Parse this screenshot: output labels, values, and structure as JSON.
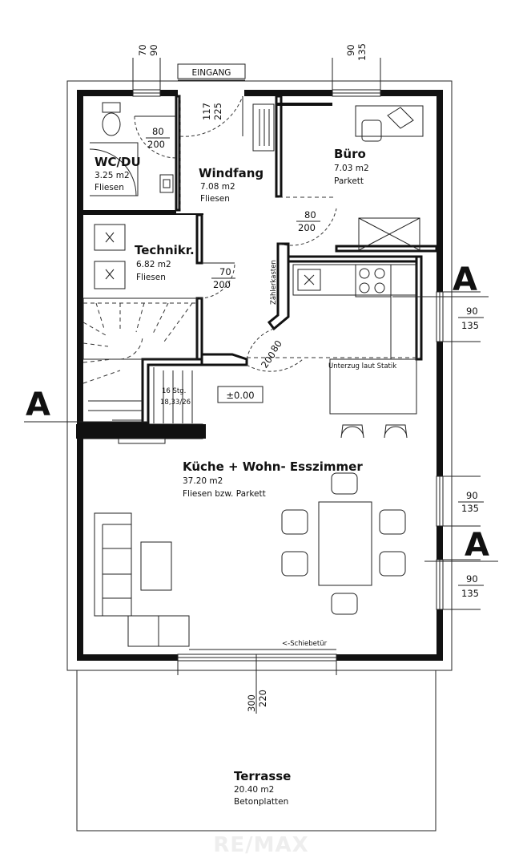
{
  "rooms": {
    "wc": {
      "name": "WC/DU",
      "area": "3.25 m2",
      "floor": "Fliesen"
    },
    "windfang": {
      "name": "Windfang",
      "area": "7.08 m2",
      "floor": "Fliesen"
    },
    "buero": {
      "name": "Büro",
      "area": "7.03 m2",
      "floor": "Parkett"
    },
    "technik": {
      "name": "Technikr.",
      "area": "6.82 m2",
      "floor": "Fliesen"
    },
    "kueche": {
      "name": "Küche + Wohn- Esszimmer",
      "area": "37.20 m2",
      "floor": "Fliesen bzw. Parkett"
    },
    "terrasse": {
      "name": "Terrasse",
      "area": "20.40 m2",
      "floor": "Betonplatten"
    }
  },
  "labels": {
    "eingang": "EINGANG",
    "zaehlerkasten": "Zählerkasten",
    "unterzug": "Unterzug laut Statik",
    "stairs_steps": "16 Stg.",
    "stairs_ratio": "18,33/26",
    "level": "±0.00",
    "schiebetuer": "<-Schiebetür",
    "watermark": "RE/MAX"
  },
  "section_marks": {
    "a1": "A",
    "a2": "A",
    "a3": "A"
  },
  "dimensions": {
    "top_left_1": "70",
    "top_left_2": "90",
    "top_right_1": "90",
    "top_right_2": "135",
    "wc_door_1": "80",
    "wc_door_2": "200",
    "entry_door_1": "117",
    "entry_door_2": "225",
    "buero_door_1": "80",
    "buero_door_2": "200",
    "technik_door_1": "70",
    "technik_door_2": "200",
    "kitchen_door_1": "80",
    "kitchen_door_2": "200",
    "right_win1_1": "90",
    "right_win1_2": "135",
    "right_win2_1": "90",
    "right_win2_2": "135",
    "right_win3_1": "90",
    "right_win3_2": "135",
    "bottom_door_1": "300",
    "bottom_door_2": "220"
  }
}
